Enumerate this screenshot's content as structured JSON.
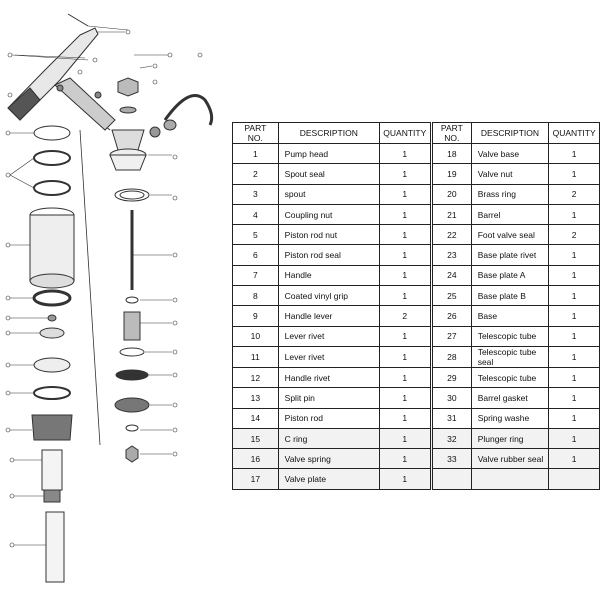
{
  "table": {
    "headers": [
      "PART NO.",
      "DESCRIPTION",
      "QUANTITY",
      "PART NO.",
      "DESCRIPTION",
      "QUANTITY"
    ],
    "rows": [
      {
        "no": "1",
        "desc": "Pump head",
        "qty": "1",
        "no2": "18",
        "desc2": "Valve base",
        "qty2": "1"
      },
      {
        "no": "2",
        "desc": "Spout seal",
        "qty": "1",
        "no2": "19",
        "desc2": "Valve nut",
        "qty2": "1"
      },
      {
        "no": "3",
        "desc": "spout",
        "qty": "1",
        "no2": "20",
        "desc2": "Brass ring",
        "qty2": "2"
      },
      {
        "no": "4",
        "desc": "Coupling nut",
        "qty": "1",
        "no2": "21",
        "desc2": "Barrel",
        "qty2": "1"
      },
      {
        "no": "5",
        "desc": "Piston rod nut",
        "qty": "1",
        "no2": "22",
        "desc2": "Foot valve seal",
        "qty2": "2"
      },
      {
        "no": "6",
        "desc": "Piston rod seal",
        "qty": "1",
        "no2": "23",
        "desc2": "Base plate rivet",
        "qty2": "1"
      },
      {
        "no": "7",
        "desc": "Handle",
        "qty": "1",
        "no2": "24",
        "desc2": "Base plate A",
        "qty2": "1"
      },
      {
        "no": "8",
        "desc": "Coated vinyl grip",
        "qty": "1",
        "no2": "25",
        "desc2": "Base plate B",
        "qty2": "1"
      },
      {
        "no": "9",
        "desc": "Handle lever",
        "qty": "2",
        "no2": "26",
        "desc2": "Base",
        "qty2": "1"
      },
      {
        "no": "10",
        "desc": "Lever rivet",
        "qty": "1",
        "no2": "27",
        "desc2": "Telescopic tube",
        "qty2": "1"
      },
      {
        "no": "11",
        "desc": "Lever rivet",
        "qty": "1",
        "no2": "28",
        "desc2": "Telescopic tube seal",
        "qty2": "1"
      },
      {
        "no": "12",
        "desc": "Handle rivet",
        "qty": "1",
        "no2": "29",
        "desc2": "Telescopic tube",
        "qty2": "1"
      },
      {
        "no": "13",
        "desc": "Split pin",
        "qty": "1",
        "no2": "30",
        "desc2": "Barrel gasket",
        "qty2": "1"
      },
      {
        "no": "14",
        "desc": "Piston rod",
        "qty": "1",
        "no2": "31",
        "desc2": "Spring washe",
        "qty2": "1"
      },
      {
        "no": "15",
        "desc": "C ring",
        "qty": "1",
        "no2": "32",
        "desc2": "Plunger ring",
        "qty2": "1"
      },
      {
        "no": "16",
        "desc": "Valve spring",
        "qty": "1",
        "no2": "33",
        "desc2": "Valve rubber seal",
        "qty2": "1"
      },
      {
        "no": "17",
        "desc": "Valve plate",
        "qty": "1",
        "no2": "",
        "desc2": "",
        "qty2": ""
      }
    ]
  }
}
